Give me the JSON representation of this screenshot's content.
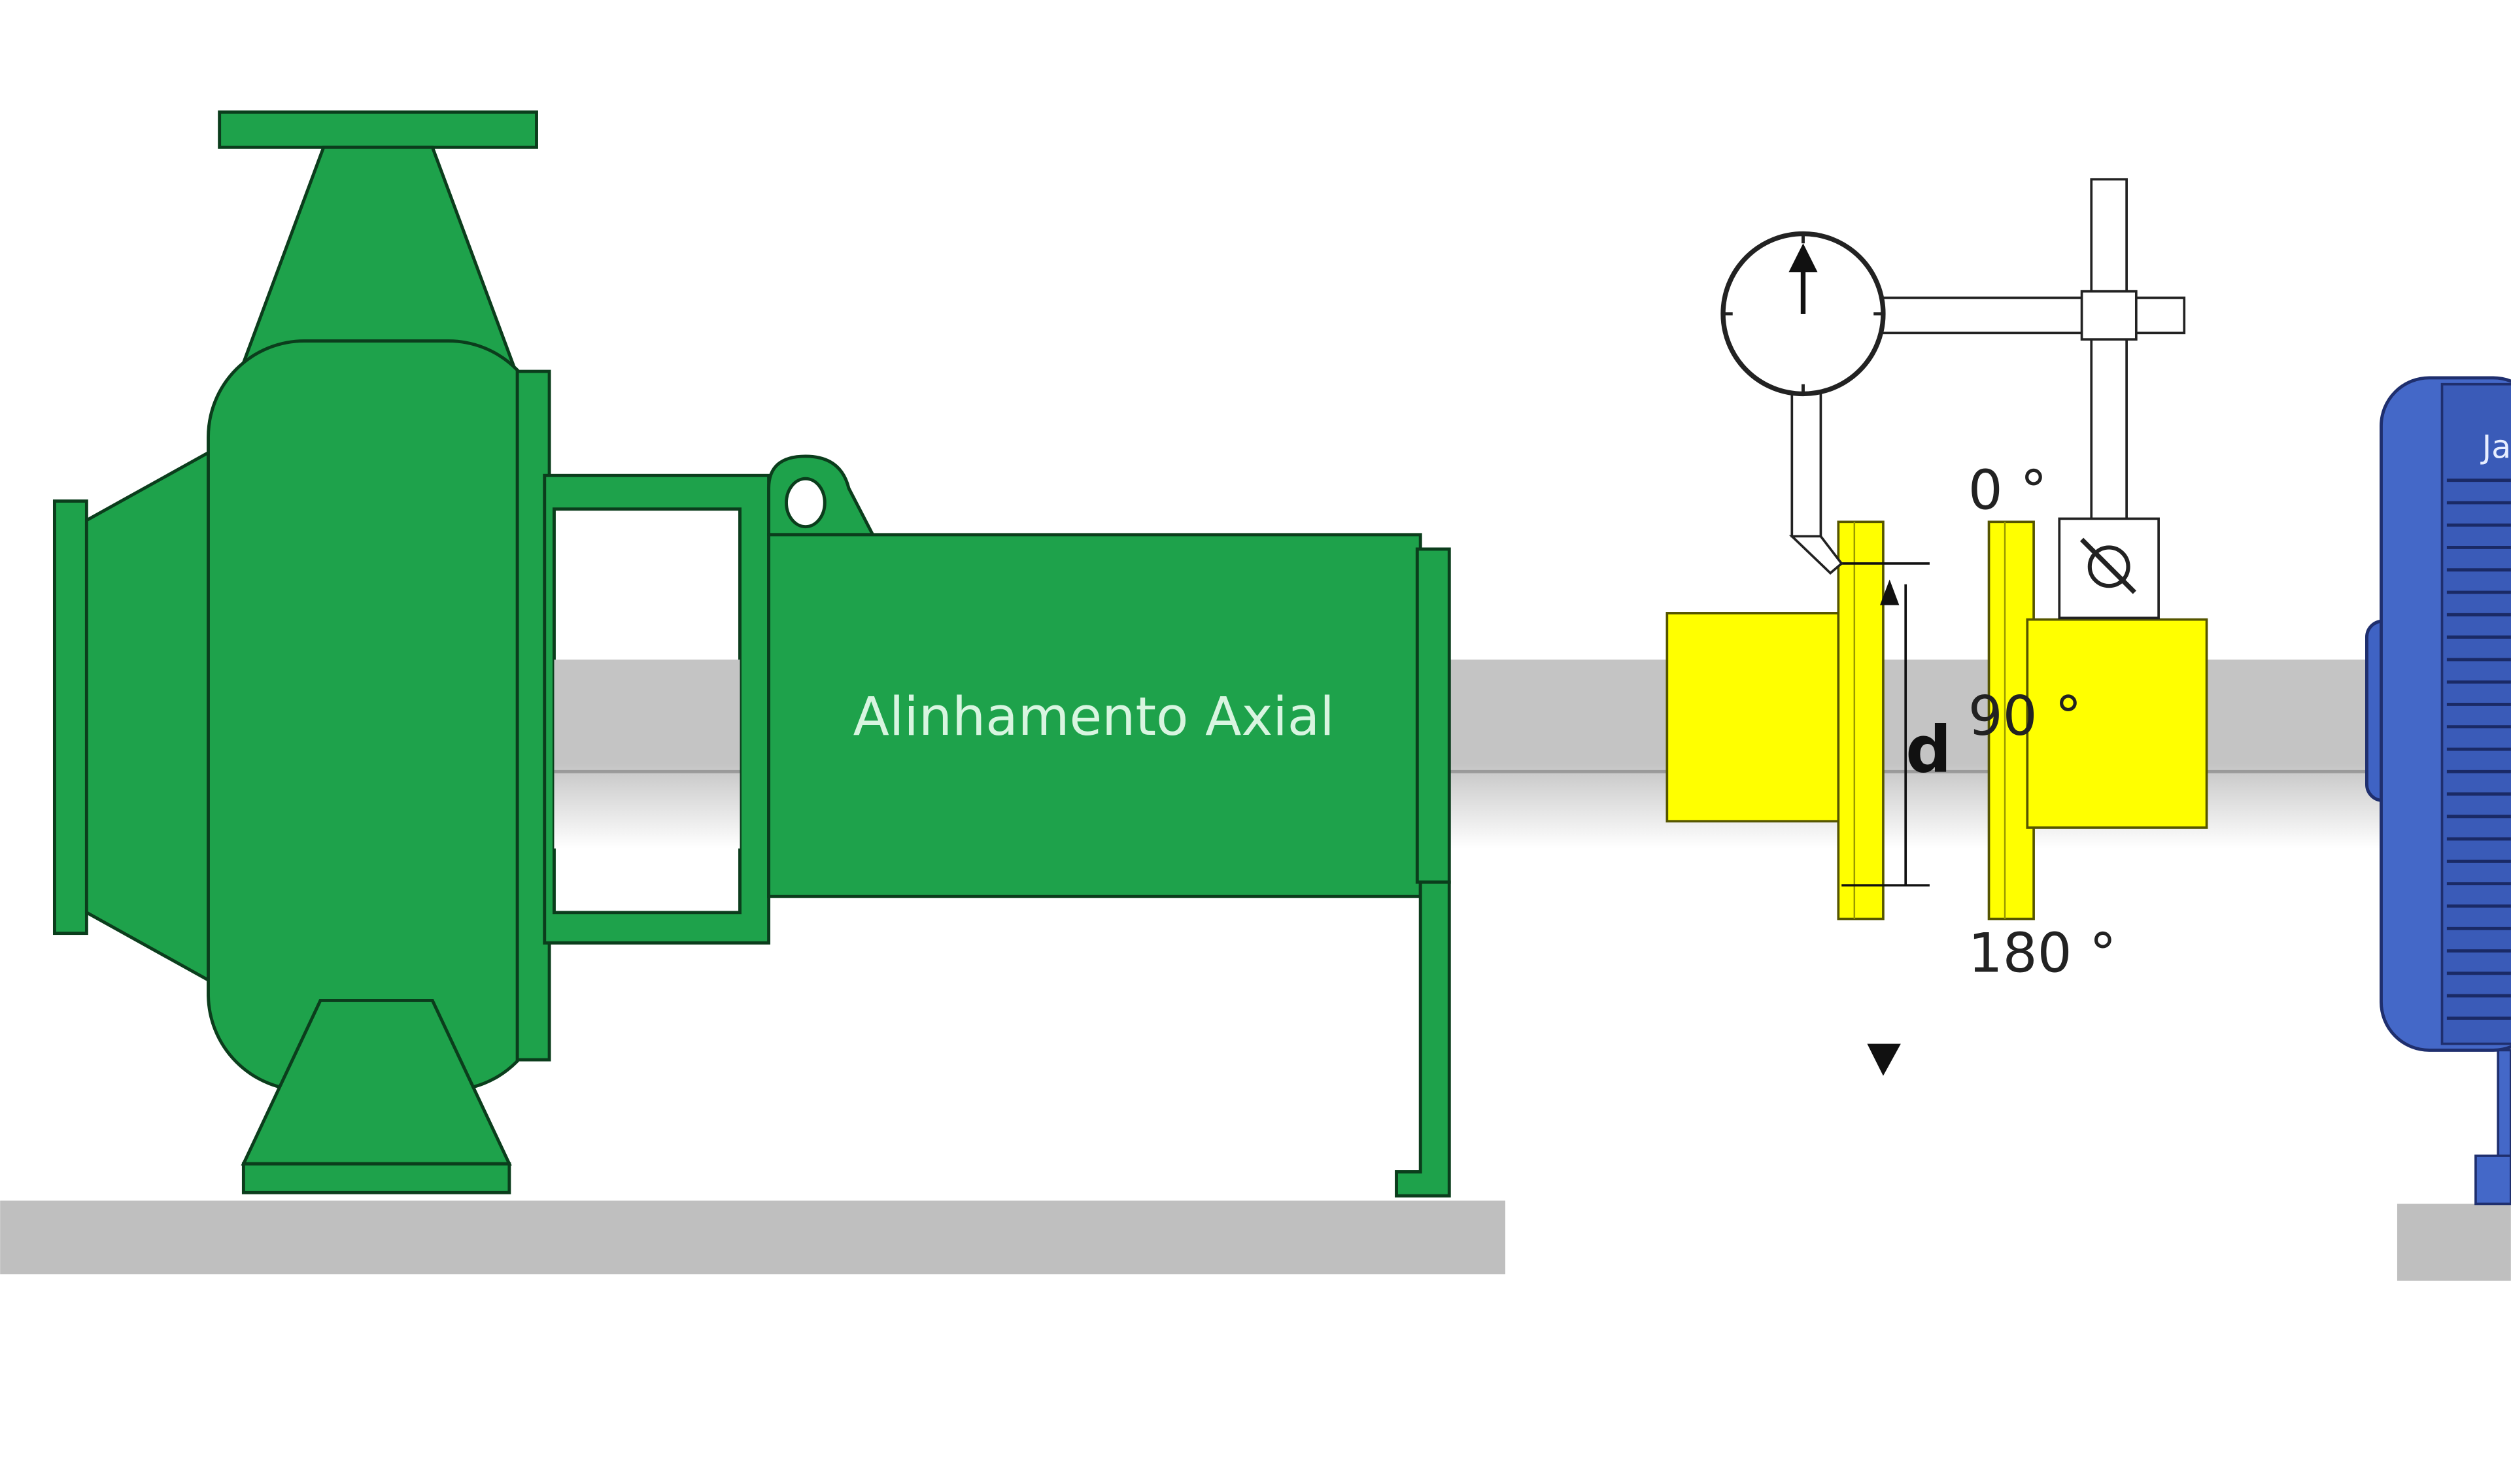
{
  "diagram": {
    "title": "Alinhamento Axial",
    "dimension_label": "d",
    "angle_labels": {
      "top": "0 °",
      "middle": "90 °",
      "bottom": "180 °"
    },
    "motor_partial_text": "Ja",
    "colors": {
      "pump": "#1ea24b",
      "pump_stroke": "#0b3d1c",
      "coupling": "#ffff00",
      "shaft": "#bfbfbf",
      "base": "#bfbfbf",
      "motor": "#3f63c4",
      "outline": "#1a1a1a"
    }
  }
}
